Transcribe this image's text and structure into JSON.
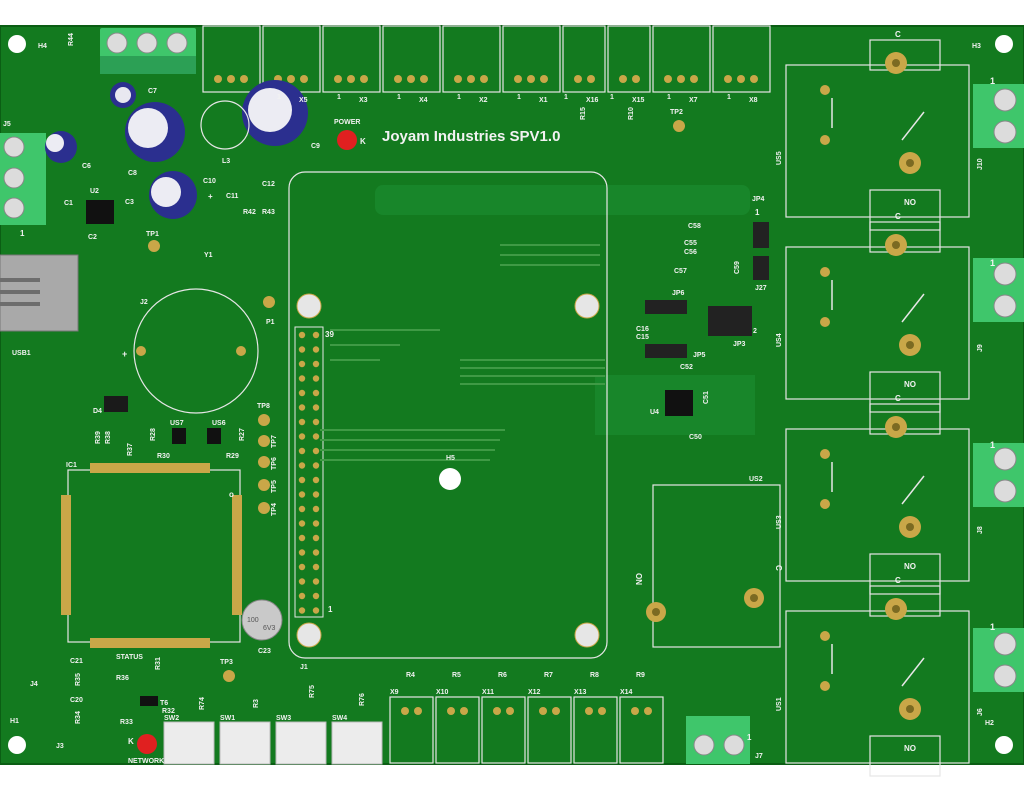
{
  "board": {
    "title": "Joyam Industries SPV1.0",
    "colors": {
      "pcb": "#137a1f",
      "pcb_dark": "#0d6b18",
      "silk": "#f2f2f2",
      "pad": "#c9a748",
      "terminal": "#3fc66b",
      "cap": "#2b2f8f",
      "led": "#e02020",
      "chip": "#111111"
    },
    "mounting_holes": [
      "H1",
      "H2",
      "H3",
      "H4",
      "H5"
    ],
    "top_connectors": [
      {
        "ref": "X5",
        "pin": "1"
      },
      {
        "ref": "X3",
        "pin": "1"
      },
      {
        "ref": "X4",
        "pin": "1"
      },
      {
        "ref": "X2",
        "pin": "1"
      },
      {
        "ref": "X1",
        "pin": "1"
      },
      {
        "ref": "X16",
        "pin": "1"
      },
      {
        "ref": "X15",
        "pin": "1"
      },
      {
        "ref": "X7",
        "pin": "1"
      },
      {
        "ref": "X8",
        "pin": "1"
      }
    ],
    "bottom_connectors": [
      {
        "ref": "X9",
        "res": "R4"
      },
      {
        "ref": "X10",
        "res": "R5"
      },
      {
        "ref": "X11",
        "res": "R6"
      },
      {
        "ref": "X12",
        "res": "R7"
      },
      {
        "ref": "X13",
        "res": "R8"
      },
      {
        "ref": "X14",
        "res": "R9"
      }
    ],
    "relays": [
      {
        "ref": "US5",
        "term": "J10",
        "c": "C",
        "no": "NO",
        "pin": "1"
      },
      {
        "ref": "US4",
        "term": "J9",
        "c": "C",
        "no": "NO",
        "pin": "1"
      },
      {
        "ref": "US3",
        "term": "J8",
        "c": "C",
        "no": "NO",
        "pin": "1"
      },
      {
        "ref": "US1",
        "term": "J6",
        "c": "C",
        "no": "NO",
        "pin": "1"
      }
    ],
    "relay_us2": {
      "ref": "US2",
      "c": "C",
      "no": "NO"
    },
    "switches": [
      "SW2",
      "SW1",
      "SW3",
      "SW4"
    ],
    "leds": {
      "power": "POWER",
      "network": "NETWORK",
      "status": "STATUS",
      "k": "K"
    },
    "header": {
      "ref": "J1",
      "pin_top": "39",
      "pin_bottom": "1"
    },
    "labels": {
      "ic1": "IC1",
      "j2": "J2",
      "p1": "P1",
      "usb1": "USB1",
      "j3": "J3",
      "j4": "J4",
      "j5": "J5",
      "u2": "U2",
      "u4": "U4",
      "us7": "US7",
      "us6": "US6",
      "d4": "D4",
      "y1": "Y1",
      "l3": "L3",
      "c23": "C23",
      "c23_val1": "100",
      "c23_val2": "6V3",
      "t6": "T6",
      "tp1": "TP1",
      "tp2": "TP2",
      "tp3": "TP3",
      "tp4": "TP4",
      "tp5": "TP5",
      "tp6": "TP6",
      "tp7": "TP7",
      "tp8": "TP8",
      "jp3": "JP3",
      "jp4": "JP4",
      "jp5": "JP5",
      "jp6": "JP6",
      "j7": "J7",
      "j27": "J27",
      "r44": "R44",
      "c6": "C6",
      "c7": "C7",
      "c8": "C8",
      "c9": "C9",
      "c10": "C10",
      "c11": "C11",
      "c12": "C12",
      "c1": "C1",
      "c2": "C2",
      "c3": "C3",
      "c15": "C15",
      "c16": "C16",
      "c20": "C20",
      "c21": "C21",
      "c50": "C50",
      "c51": "C51",
      "c52": "C52",
      "c55": "C55",
      "c56": "C56",
      "c57": "C57",
      "c58": "C58",
      "c59": "C59",
      "r10": "R10",
      "r15": "R15",
      "r27": "R27",
      "r28": "R28",
      "r29": "R29",
      "r30": "R30",
      "r31": "R31",
      "r32": "R32",
      "r33": "R33",
      "r34": "R34",
      "r35": "R35",
      "r36": "R36",
      "r37": "R37",
      "r38": "R38",
      "r39": "R39",
      "r42": "R42",
      "r43": "R43",
      "r74": "R74",
      "r75": "R75",
      "r76": "R76",
      "r3": "R3",
      "one": "1",
      "two": "2",
      "plus": "+",
      "o": "o"
    }
  }
}
